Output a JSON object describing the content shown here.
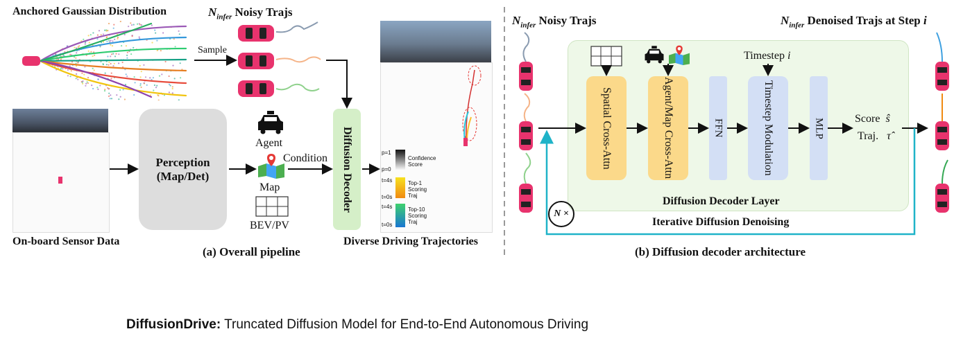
{
  "left_panel": {
    "gaussian_title": "Anchored Gaussian Distribution",
    "noisy_trajs_symbol": "N",
    "noisy_trajs_sub": "infer",
    "noisy_trajs_label": "Noisy Trajs",
    "sample_label": "Sample",
    "sensor_label": "On-board Sensor Data",
    "perception_line1": "Perception",
    "perception_line2": "(Map/Det)",
    "agent_label": "Agent",
    "condition_label": "Condition",
    "map_label": "Map",
    "bevpv_label": "BEV/PV",
    "diffusion_decoder_label": "Diffusion Decoder",
    "diverse_label": "Diverse Driving Trajectories",
    "legend": {
      "p1": "p=1",
      "p0": "p=0",
      "confidence": "Confidence Score",
      "t4a": "t=4s",
      "t0a": "t=0s",
      "top1": "Top-1 Scoring Traj",
      "t4b": "t=4s",
      "t0b": "t=0s",
      "top10": "Top-10 Scoring Traj"
    },
    "caption": "(a) Overall pipeline"
  },
  "right_panel": {
    "noisy_trajs_label": "Noisy Trajs",
    "denoised_label": "Denoised Trajs at Step",
    "denoised_step": "i",
    "timestep_label": "Timestep",
    "timestep_var": "i",
    "spatial_label": "Spatial Cross-Attn",
    "agentmap_label": "Agent/Map Cross-Attn",
    "ffn_label": "FFN",
    "timestep_mod_label": "Timestep Modulation",
    "mlp_label": "MLP",
    "score_label": "Score",
    "score_var": "ŝ",
    "traj_label": "Traj.",
    "traj_var": "τ̂",
    "layer_label": "Diffusion Decoder Layer",
    "loop_symbol": "N ×",
    "iterative_label": "Iterative Diffusion Denoising",
    "caption": "(b) Diffusion decoder architecture"
  },
  "title": {
    "bold": "DiffusionDrive:",
    "rest": " Truncated Diffusion Model for End-to-End Autonomous Driving"
  },
  "colors": {
    "car": "#e8336d",
    "yellow_block": "#fbd98a",
    "blue_block": "#d3dff5",
    "green_block": "#d5efc8",
    "layer_bg": "#eef8e8",
    "loop_line": "#1fb3c8",
    "gray_block": "#dddddd"
  }
}
